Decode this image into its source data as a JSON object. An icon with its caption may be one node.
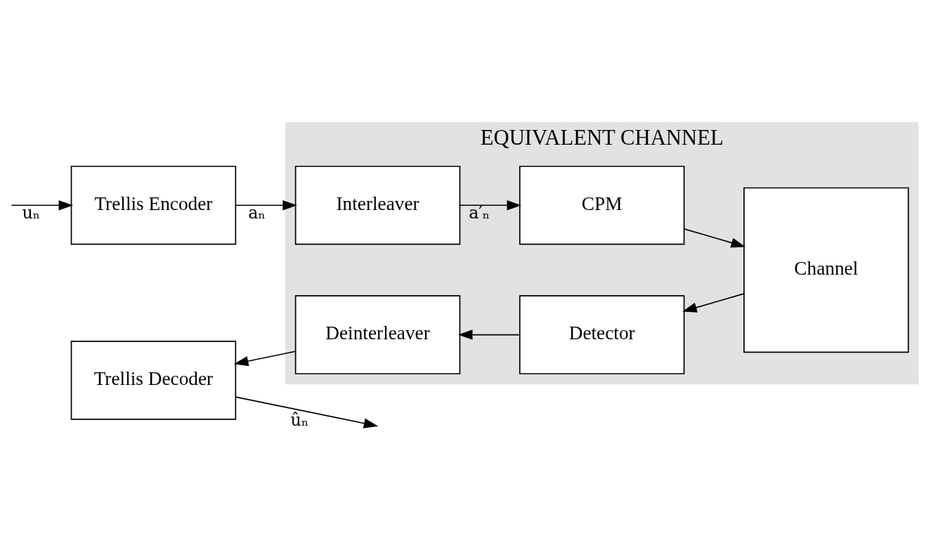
{
  "diagram": {
    "nodes": [
      {
        "text": [
          "Trellis Encoder"
        ]
      },
      {
        "text": [
          "EQUIVALENT CHANNEL"
        ]
      },
      {
        "text": [
          "Interleaver"
        ],
        "in": 1
      },
      {
        "text": [
          "CPM"
        ],
        "in": 1
      },
      {
        "text": [
          "Channel"
        ],
        "in": 1
      },
      {
        "text": [
          "Detector"
        ],
        "in": 1
      },
      {
        "text": [
          "Deinterleaver"
        ],
        "in": 1
      },
      {
        "text": [
          "Trellis Decoder"
        ]
      }
    ],
    "edges": [
      {
        "from": null,
        "to": 0,
        "arrow": "to",
        "label": "uₙ"
      },
      {
        "from": 0,
        "to": 2,
        "arrow": "to",
        "label": "aₙ"
      },
      {
        "from": 2,
        "to": 3,
        "arrow": "to",
        "label": "a′ₙ"
      },
      {
        "from": 3,
        "to": 4,
        "arrow": "to"
      },
      {
        "from": 4,
        "to": 5,
        "arrow": "to"
      },
      {
        "from": 5,
        "to": 6,
        "arrow": "to"
      },
      {
        "from": 6,
        "to": 7,
        "arrow": "to"
      },
      {
        "from": 7,
        "to": null,
        "arrow": "to",
        "label": "ûₙ"
      }
    ]
  }
}
